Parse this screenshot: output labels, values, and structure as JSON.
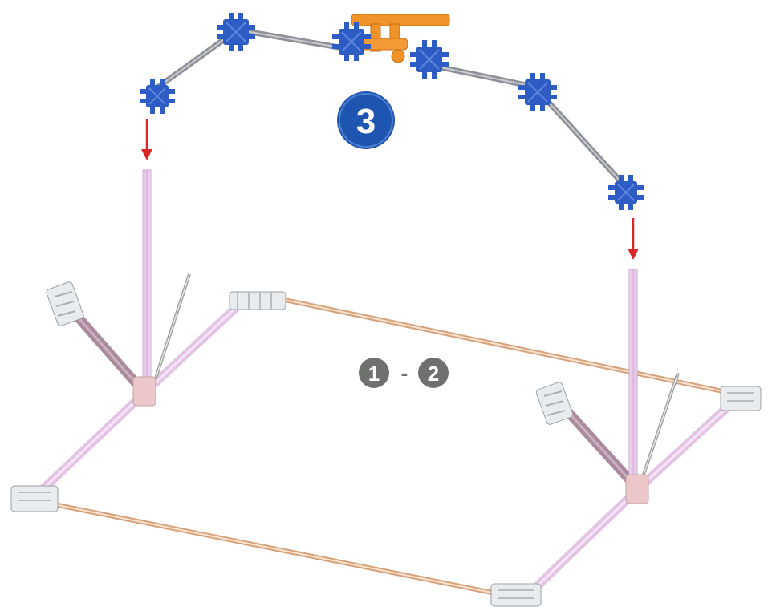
{
  "step_badge": {
    "label": "3",
    "color": "#1d55b0"
  },
  "previous_steps": {
    "from": "1",
    "dash": "-",
    "to": "2",
    "color": "#6e716e"
  },
  "colors": {
    "blue_connector": "#2c5cc4",
    "orange_part": "#f2932a",
    "gray_rod": "#8d8f96",
    "pink_rod": "#e5c6e6",
    "tan_rod": "#d9a77f",
    "mauve_rod": "#a88a9c",
    "arrow": "#d9262b",
    "white_connector": "#e9ecef"
  }
}
